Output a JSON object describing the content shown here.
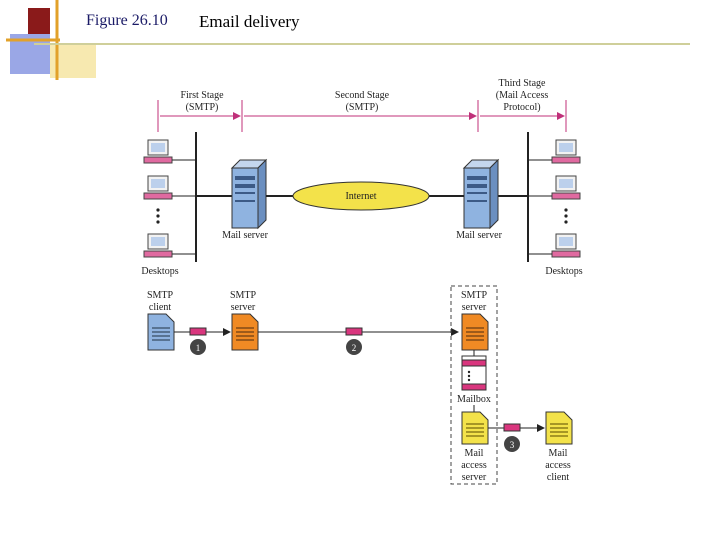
{
  "header": {
    "figure_number": "Figure 26.10",
    "title": "Email delivery"
  },
  "stages": [
    {
      "line1": "First Stage",
      "line2": "(SMTP)",
      "line3": ""
    },
    {
      "line1": "Second Stage",
      "line2": "(SMTP)",
      "line3": ""
    },
    {
      "line1": "Third Stage",
      "line2": "(Mail Access",
      "line3": "Protocol)"
    }
  ],
  "network": {
    "internet_label": "Internet",
    "left_server_label": "Mail server",
    "right_server_label": "Mail server",
    "left_desktops_label": "Desktops",
    "right_desktops_label": "Desktops"
  },
  "flow": {
    "smtp_client": [
      "SMTP",
      "client"
    ],
    "smtp_server_left": [
      "SMTP",
      "server"
    ],
    "smtp_server_right": [
      "SMTP",
      "server"
    ],
    "mailbox": "Mailbox",
    "mail_access_server": [
      "Mail",
      "access",
      "server"
    ],
    "mail_access_client": [
      "Mail",
      "access",
      "client"
    ],
    "steps": [
      "1",
      "2",
      "3"
    ]
  },
  "colors": {
    "accent_yellow": "#f3e24a",
    "accent_blue": "#8fb3e0",
    "accent_orange": "#f08a24",
    "accent_magenta": "#d9367e"
  }
}
